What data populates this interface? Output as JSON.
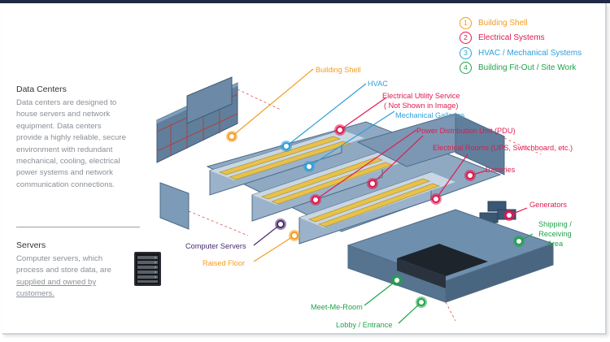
{
  "colors": {
    "building_shell": "#f39c1f",
    "electrical": "#e01a4f",
    "hvac": "#2e9fd8",
    "fitout": "#21a34a",
    "text_grey": "#8a8f96",
    "purple": "#4a2a6b",
    "dark_navy": "#1f2a44"
  },
  "sidebar": {
    "data_centers": {
      "title": "Data Centers",
      "body": "Data centers are designed to house servers and network equipment.  Data centers provide a highly reliable, secure environment with redundant mechanical, cooling, electrical power systems and network communication connections."
    },
    "servers": {
      "title": "Servers",
      "body": "Computer servers, which process and store data, are",
      "body_link": "supplied and owned by customers."
    }
  },
  "legend": [
    {
      "num": "1",
      "label": "Building Shell",
      "color": "#f39c1f"
    },
    {
      "num": "2",
      "label": "Electrical Systems",
      "color": "#e01a4f"
    },
    {
      "num": "3",
      "label": "HVAC / Mechanical Systems",
      "color": "#2e9fd8"
    },
    {
      "num": "4",
      "label": "Building Fit-Out / Site Work",
      "color": "#21a34a"
    }
  ],
  "callouts": {
    "building_shell": "Building Shell",
    "hvac": "HVAC",
    "electrical_utility": "Electrical Utility Service",
    "electrical_utility_note": "( Not Shown in Image)",
    "mechanical_galleries": "Mechanical Galleries",
    "pdu": "Power Distribution Unit (PDU)",
    "electrical_rooms": "Electrical Rooms (UPS, Switchboard, etc.)",
    "batteries": "Batteries",
    "generators": "Generators",
    "shipping_1": "Shipping /",
    "shipping_2": "Receiving",
    "shipping_3": "Area",
    "computer_servers": "Computer Servers",
    "raised_floor": "Raised Floor",
    "meet_me_room": "Meet-Me-Room",
    "lobby": "Lobby / Entrance"
  },
  "icons": {
    "server_rack": "server-rack-icon",
    "marker": "target-marker-icon"
  }
}
